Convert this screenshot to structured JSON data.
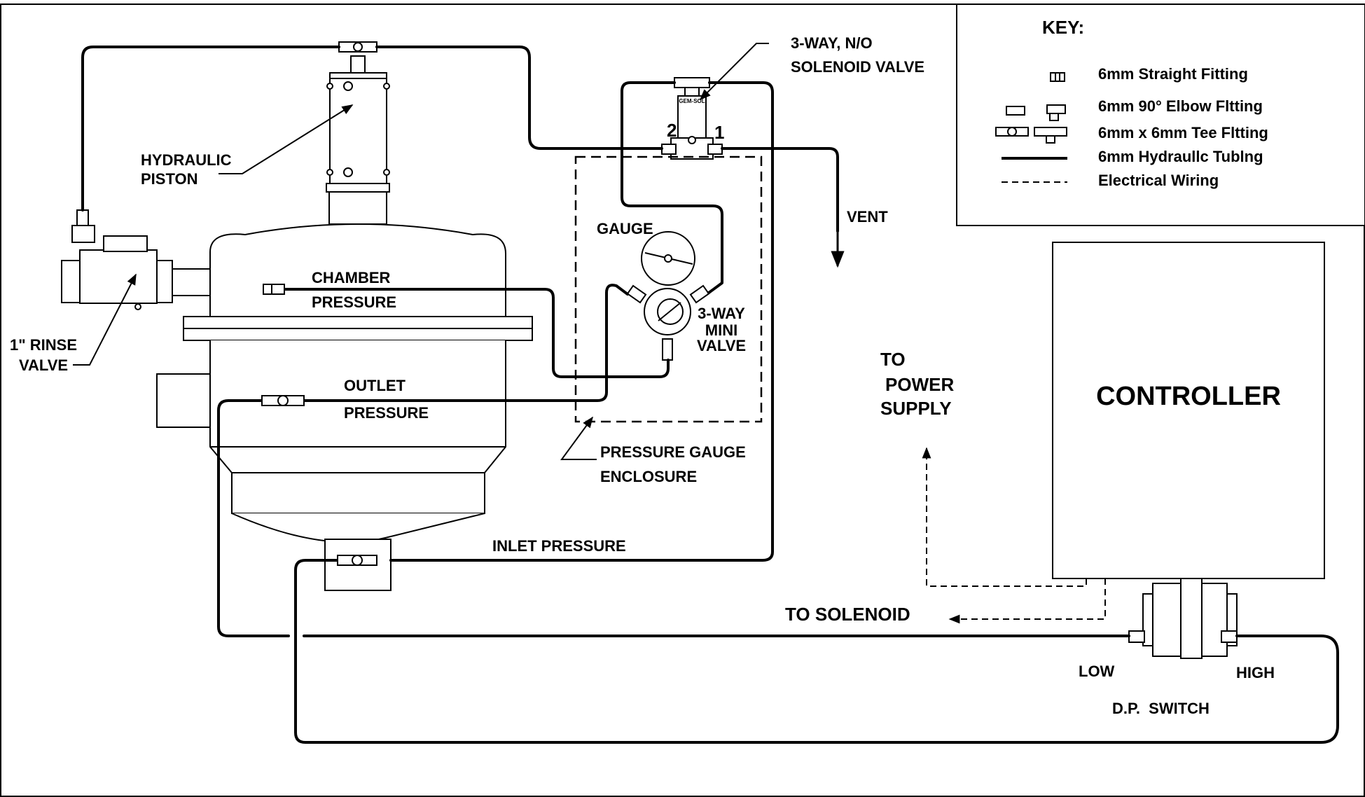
{
  "key": {
    "title": "KEY:",
    "items": [
      "6mm Straight Fitting",
      "6mm 90° Elbow Fltting",
      "6mm x 6mm Tee Fltting",
      "6mm Hydraullc Tublng",
      "Electrical Wiring"
    ]
  },
  "labels": {
    "solenoid_valve": [
      "3-WAY, N/O",
      "SOLENOID VALVE"
    ],
    "solenoid_body": "GEM-SOL",
    "solenoid_port_2": "2",
    "solenoid_port_1": "1",
    "hydraulic_piston": [
      "HYDRAULIC",
      "PISTON"
    ],
    "rinse_valve": [
      "1\" RINSE",
      "VALVE"
    ],
    "gauge": "GAUGE",
    "mini_valve": [
      "3-WAY",
      "MINI",
      "VALVE"
    ],
    "chamber_pressure": [
      "CHAMBER",
      "PRESSURE"
    ],
    "outlet_pressure": [
      "OUTLET",
      "PRESSURE"
    ],
    "gauge_enclosure": [
      "PRESSURE GAUGE",
      "ENCLOSURE"
    ],
    "inlet_pressure": "INLET PRESSURE",
    "vent": "VENT",
    "power_supply": [
      "TO",
      "POWER",
      "SUPPLY"
    ],
    "controller": "CONTROLLER",
    "to_solenoid": "TO SOLENOID",
    "low": "LOW",
    "high": "HIGH",
    "dp_switch": "D.P.  SWITCH"
  }
}
